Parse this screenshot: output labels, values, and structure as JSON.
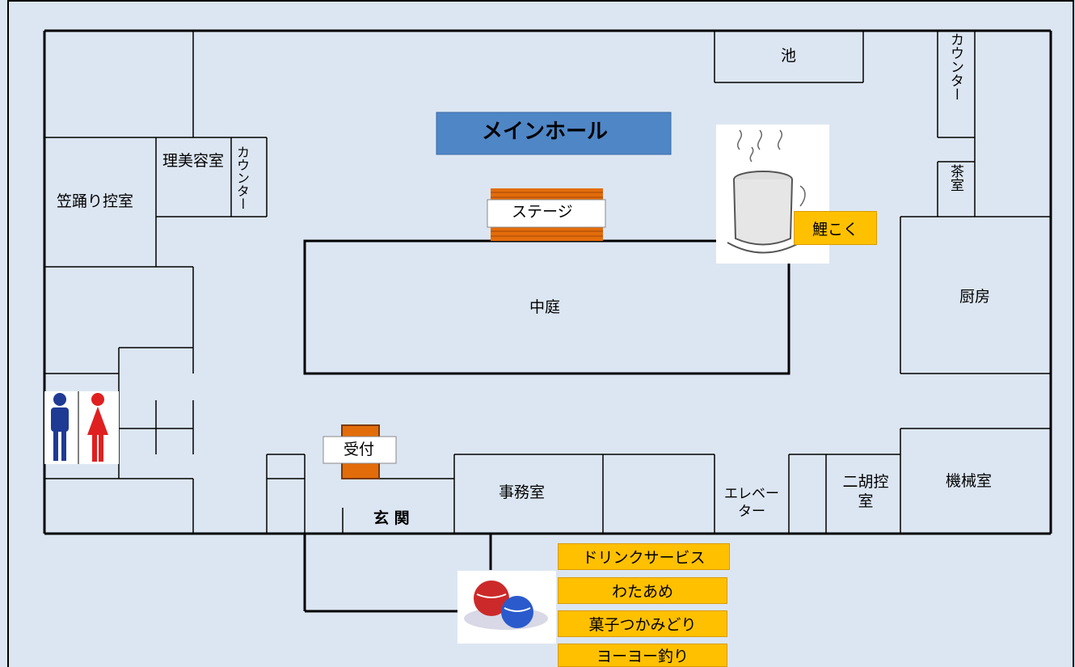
{
  "colors": {
    "background": "#dce6f2",
    "wall": "#000000",
    "main_hall_fill": "#4f86c6",
    "tag_fill": "#ffc000",
    "stage_fill": "#e36c0a",
    "reception_fill": "#e36c0a"
  },
  "map": {
    "main_hall": "メインホール",
    "pond": "池",
    "counter_right": "カウンター",
    "tea_room": "茶室",
    "kitchen": "厨房",
    "kasaodori_room": "笠踊り控室",
    "beauty_room": "理美容室",
    "counter_left": "カウンター",
    "stage": "ステージ",
    "courtyard": "中庭",
    "koikoku": "鯉こく",
    "reception": "受付",
    "entrance": "玄 関",
    "office": "事務室",
    "elevator": "エレベーター",
    "niko_room": "二胡控室",
    "machine_room": "機械室"
  },
  "services": [
    "ドリンクサービス",
    "わたあめ",
    "菓子つかみどり",
    "ヨーヨー釣り"
  ],
  "icons": [
    "male-restroom-icon",
    "female-restroom-icon",
    "steaming-pot-icon",
    "yoyo-balloons-icon"
  ]
}
